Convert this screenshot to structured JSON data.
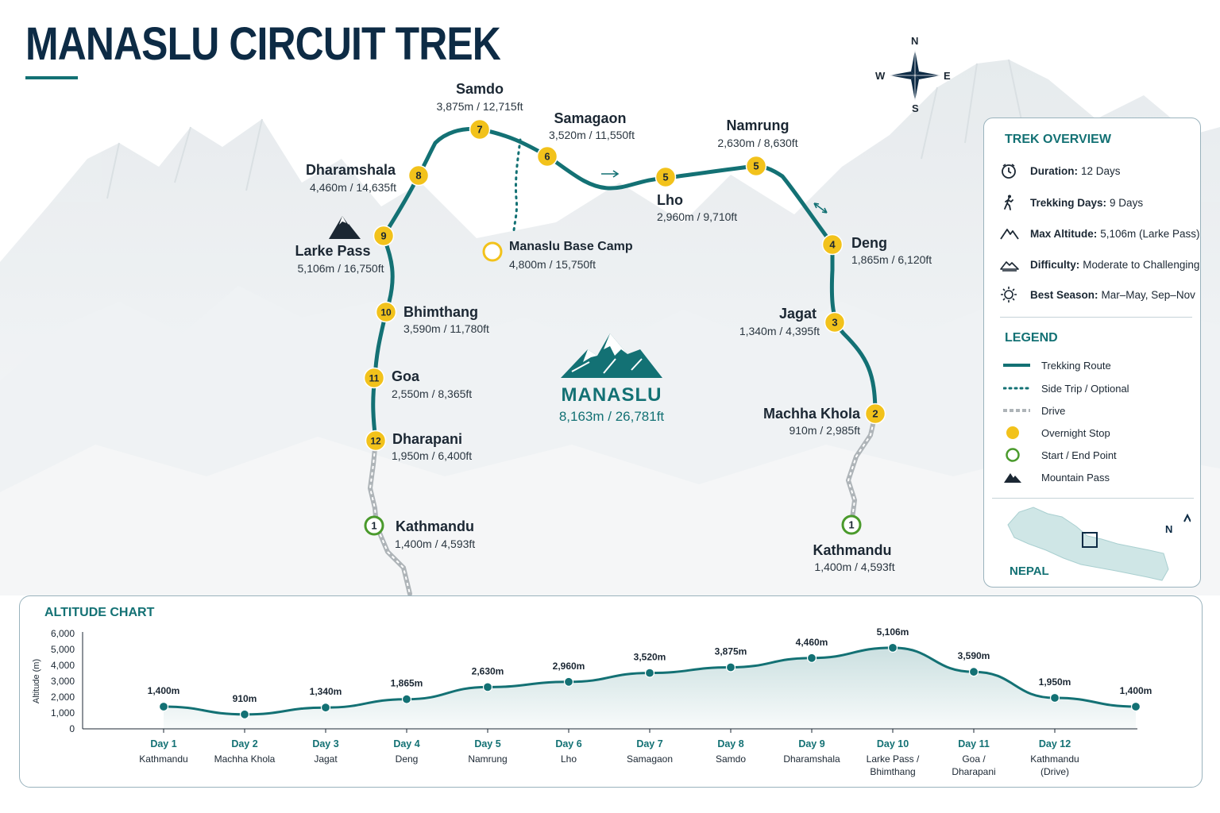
{
  "title": "MANASLU CIRCUIT TREK",
  "compass": {
    "n": "N",
    "s": "S",
    "e": "E",
    "w": "W"
  },
  "peak": {
    "name": "MANASLU",
    "altitude": "8,163m / 26,781ft"
  },
  "side_trip": {
    "name": "Manaslu Base Camp",
    "altitude": "4,800m / 15,750ft"
  },
  "stops": [
    {
      "id": "kathmandu-start",
      "badge": "1",
      "name": "Kathmandu",
      "altitude": "1,400m / 4,593ft",
      "kind": "start"
    },
    {
      "id": "machha-khola",
      "badge": "2",
      "name": "Machha Khola",
      "altitude": "910m / 2,985ft",
      "kind": "overnight"
    },
    {
      "id": "jagat",
      "badge": "3",
      "name": "Jagat",
      "altitude": "1,340m / 4,395ft",
      "kind": "overnight"
    },
    {
      "id": "deng",
      "badge": "4",
      "name": "Deng",
      "altitude": "1,865m / 6,120ft",
      "kind": "overnight"
    },
    {
      "id": "namrung",
      "badge": "5",
      "name": "Namrung",
      "altitude": "2,630m / 8,630ft",
      "kind": "overnight"
    },
    {
      "id": "lho",
      "badge": "5",
      "name": "Lho",
      "altitude": "2,960m / 9,710ft",
      "kind": "overnight"
    },
    {
      "id": "samagaon",
      "badge": "6",
      "name": "Samagaon",
      "altitude": "3,520m / 11,550ft",
      "kind": "overnight"
    },
    {
      "id": "samdo",
      "badge": "7",
      "name": "Samdo",
      "altitude": "3,875m / 12,715ft",
      "kind": "overnight"
    },
    {
      "id": "dharamshala",
      "badge": "8",
      "name": "Dharamshala",
      "altitude": "4,460m / 14,635ft",
      "kind": "overnight"
    },
    {
      "id": "larke-pass",
      "badge": "9",
      "name": "Larke Pass",
      "altitude": "5,106m / 16,750ft",
      "kind": "pass"
    },
    {
      "id": "bhimthang",
      "badge": "10",
      "name": "Bhimthang",
      "altitude": "3,590m / 11,780ft",
      "kind": "overnight"
    },
    {
      "id": "goa",
      "badge": "11",
      "name": "Goa",
      "altitude": "2,550m / 8,365ft",
      "kind": "overnight"
    },
    {
      "id": "dharapani",
      "badge": "12",
      "name": "Dharapani",
      "altitude": "1,950m / 6,400ft",
      "kind": "overnight"
    },
    {
      "id": "kathmandu-end",
      "badge": "1",
      "name": "Kathmandu",
      "altitude": "1,400m / 4,593ft",
      "kind": "end"
    }
  ],
  "overview": {
    "heading": "TREK OVERVIEW",
    "items": [
      {
        "icon": "clock-icon",
        "label": "Duration:",
        "value": "12 Days"
      },
      {
        "icon": "hiker-icon",
        "label": "Trekking Days:",
        "value": "9 Days"
      },
      {
        "icon": "peak-icon",
        "label": "Max Altitude:",
        "value": "5,106m (Larke Pass)"
      },
      {
        "icon": "terrain-icon",
        "label": "Difficulty:",
        "value": "Moderate to Challenging"
      },
      {
        "icon": "sun-icon",
        "label": "Best Season:",
        "value": "Mar–May, Sep–Nov"
      }
    ]
  },
  "legend": {
    "heading": "LEGEND",
    "items": [
      {
        "symbol": "solid-line",
        "label": "Trekking Route"
      },
      {
        "symbol": "dotted-line",
        "label": "Side Trip / Optional"
      },
      {
        "symbol": "dashed-line",
        "label": "Drive"
      },
      {
        "symbol": "yellow-dot",
        "label": "Overnight Stop"
      },
      {
        "symbol": "green-ring",
        "label": "Start / End Point"
      },
      {
        "symbol": "mountain-icon",
        "label": "Mountain Pass"
      }
    ]
  },
  "inset": {
    "country": "NEPAL",
    "north": "N"
  },
  "colors": {
    "route": "#137174",
    "stop": "#f2c21b",
    "start": "#4a9a2c",
    "navy": "#0d2b45",
    "drive": "#aeb4b8"
  },
  "chart_data": {
    "type": "area",
    "title": "ALTITUDE CHART",
    "ylabel": "Altitude (m)",
    "ylim": [
      0,
      6000
    ],
    "yticks": [
      "6,000",
      "5,000",
      "4,000",
      "3,000",
      "2,000",
      "1,000",
      "0"
    ],
    "ytick_values": [
      6000,
      5000,
      4000,
      3000,
      2000,
      1000,
      0
    ],
    "categories": [
      {
        "day": "Day 1",
        "place": [
          "Kathmandu"
        ]
      },
      {
        "day": "Day 2",
        "place": [
          "Machha Khola"
        ]
      },
      {
        "day": "Day 3",
        "place": [
          "Jagat"
        ]
      },
      {
        "day": "Day 4",
        "place": [
          "Deng"
        ]
      },
      {
        "day": "Day 5",
        "place": [
          "Namrung"
        ]
      },
      {
        "day": "Day 6",
        "place": [
          "Lho"
        ]
      },
      {
        "day": "Day 7",
        "place": [
          "Samagaon"
        ]
      },
      {
        "day": "Day 8",
        "place": [
          "Samdo"
        ]
      },
      {
        "day": "Day 9",
        "place": [
          "Dharamshala"
        ]
      },
      {
        "day": "Day 10",
        "place": [
          "Larke Pass /",
          "Bhimthang"
        ]
      },
      {
        "day": "Day 11",
        "place": [
          "Goa /",
          "Dharapani"
        ]
      },
      {
        "day": "Day 12",
        "place": [
          "Kathmandu",
          "(Drive)"
        ]
      }
    ],
    "values": [
      1400,
      910,
      1340,
      1865,
      2630,
      2960,
      3520,
      3875,
      4460,
      5106,
      3590,
      1950,
      1400
    ],
    "value_labels": [
      "1,400m",
      "910m",
      "1,340m",
      "1,865m",
      "2,630m",
      "2,960m",
      "3,520m",
      "3,875m",
      "4,460m",
      "5,106m",
      "3,590m",
      "1,950m",
      "1,400m"
    ]
  }
}
